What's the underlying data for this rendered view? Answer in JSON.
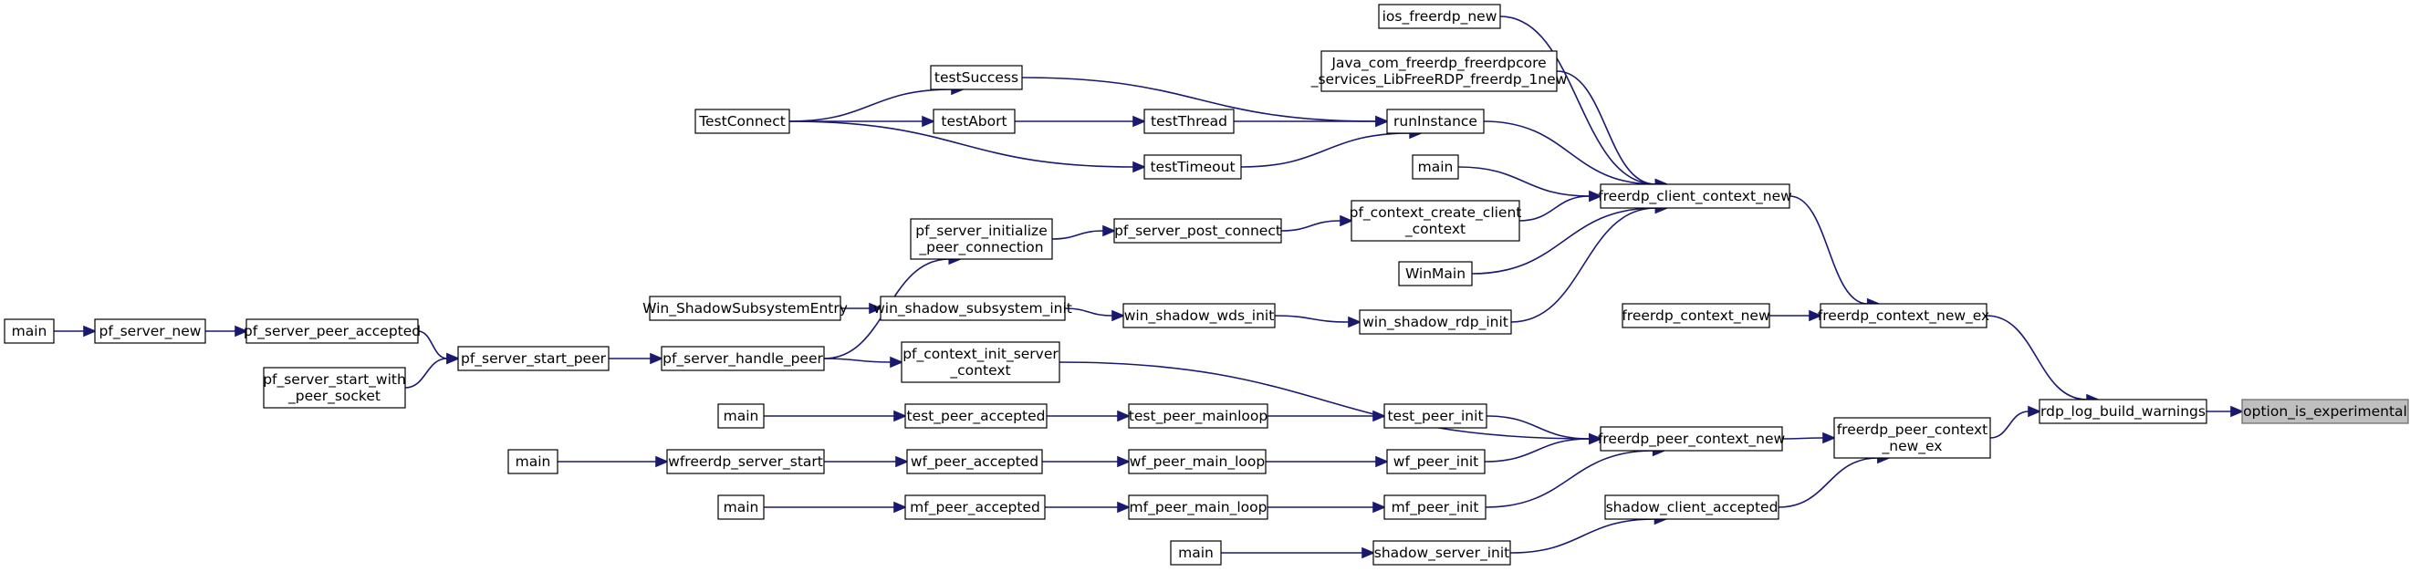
{
  "graph": {
    "colors": {
      "edge": "#191970",
      "node_border": "#000000",
      "root_fill": "#bfbfbf",
      "root_border": "#666666"
    },
    "nodes": [
      {
        "id": "n_option_is_experimental",
        "lines": [
          "option_is_experimental"
        ],
        "root": true
      },
      {
        "id": "n_rdp_log_build_warnings",
        "lines": [
          "rdp_log_build_warnings"
        ]
      },
      {
        "id": "n_freerdp_context_new_ex",
        "lines": [
          "freerdp_context_new_ex"
        ]
      },
      {
        "id": "n_freerdp_peer_context_new_ex",
        "lines": [
          "freerdp_peer_context",
          "_new_ex"
        ]
      },
      {
        "id": "n_freerdp_client_context_new",
        "lines": [
          "freerdp_client_context_new"
        ]
      },
      {
        "id": "n_freerdp_context_new",
        "lines": [
          "freerdp_context_new"
        ]
      },
      {
        "id": "n_freerdp_peer_context_new",
        "lines": [
          "freerdp_peer_context_new"
        ]
      },
      {
        "id": "n_shadow_client_accepted",
        "lines": [
          "shadow_client_accepted"
        ]
      },
      {
        "id": "n_ios_freerdp_new",
        "lines": [
          "ios_freerdp_new"
        ]
      },
      {
        "id": "n_java_freerdp_new",
        "lines": [
          "Java_com_freerdp_freerdpcore",
          "_services_LibFreeRDP_freerdp_1new"
        ]
      },
      {
        "id": "n_runinstance",
        "lines": [
          "runInstance"
        ]
      },
      {
        "id": "n_main_client",
        "lines": [
          "main"
        ]
      },
      {
        "id": "n_pf_context_create_client_context",
        "lines": [
          "pf_context_create_client",
          "_context"
        ]
      },
      {
        "id": "n_winmain",
        "lines": [
          "WinMain"
        ]
      },
      {
        "id": "n_win_shadow_rdp_init",
        "lines": [
          "win_shadow_rdp_init"
        ]
      },
      {
        "id": "n_testsuccess",
        "lines": [
          "testSuccess"
        ]
      },
      {
        "id": "n_testthread",
        "lines": [
          "testThread"
        ]
      },
      {
        "id": "n_testtimeout",
        "lines": [
          "testTimeout"
        ]
      },
      {
        "id": "n_testabort",
        "lines": [
          "testAbort"
        ]
      },
      {
        "id": "n_testconnect",
        "lines": [
          "TestConnect"
        ]
      },
      {
        "id": "n_pf_server_post_connect",
        "lines": [
          "pf_server_post_connect"
        ]
      },
      {
        "id": "n_pf_server_initialize_peer_connection",
        "lines": [
          "pf_server_initialize",
          "_peer_connection"
        ]
      },
      {
        "id": "n_pf_server_handle_peer",
        "lines": [
          "pf_server_handle_peer"
        ]
      },
      {
        "id": "n_pf_server_start_peer",
        "lines": [
          "pf_server_start_peer"
        ]
      },
      {
        "id": "n_pf_server_peer_accepted",
        "lines": [
          "pf_server_peer_accepted"
        ]
      },
      {
        "id": "n_pf_server_start_with_peer_socket",
        "lines": [
          "pf_server_start_with",
          "_peer_socket"
        ]
      },
      {
        "id": "n_pf_server_new",
        "lines": [
          "pf_server_new"
        ]
      },
      {
        "id": "n_main_pf",
        "lines": [
          "main"
        ]
      },
      {
        "id": "n_win_shadow_wds_init",
        "lines": [
          "win_shadow_wds_init"
        ]
      },
      {
        "id": "n_win_shadow_subsystem_init",
        "lines": [
          "win_shadow_subsystem_init"
        ]
      },
      {
        "id": "n_win_shadowsubsystementry",
        "lines": [
          "Win_ShadowSubsystemEntry"
        ]
      },
      {
        "id": "n_pf_context_init_server_context",
        "lines": [
          "pf_context_init_server",
          "_context"
        ]
      },
      {
        "id": "n_test_peer_init",
        "lines": [
          "test_peer_init"
        ]
      },
      {
        "id": "n_test_peer_mainloop",
        "lines": [
          "test_peer_mainloop"
        ]
      },
      {
        "id": "n_test_peer_accepted",
        "lines": [
          "test_peer_accepted"
        ]
      },
      {
        "id": "n_main_test",
        "lines": [
          "main"
        ]
      },
      {
        "id": "n_wf_peer_init",
        "lines": [
          "wf_peer_init"
        ]
      },
      {
        "id": "n_wf_peer_main_loop",
        "lines": [
          "wf_peer_main_loop"
        ]
      },
      {
        "id": "n_wf_peer_accepted",
        "lines": [
          "wf_peer_accepted"
        ]
      },
      {
        "id": "n_wfreerdp_server_start",
        "lines": [
          "wfreerdp_server_start"
        ]
      },
      {
        "id": "n_main_wf",
        "lines": [
          "main"
        ]
      },
      {
        "id": "n_mf_peer_init",
        "lines": [
          "mf_peer_init"
        ]
      },
      {
        "id": "n_mf_peer_main_loop",
        "lines": [
          "mf_peer_main_loop"
        ]
      },
      {
        "id": "n_mf_peer_accepted",
        "lines": [
          "mf_peer_accepted"
        ]
      },
      {
        "id": "n_main_mf",
        "lines": [
          "main"
        ]
      },
      {
        "id": "n_shadow_server_init",
        "lines": [
          "shadow_server_init"
        ]
      },
      {
        "id": "n_main_shadow",
        "lines": [
          "main"
        ]
      }
    ],
    "edges": [
      [
        "n_rdp_log_build_warnings",
        "n_option_is_experimental"
      ],
      [
        "n_freerdp_context_new_ex",
        "n_rdp_log_build_warnings"
      ],
      [
        "n_freerdp_peer_context_new_ex",
        "n_rdp_log_build_warnings"
      ],
      [
        "n_freerdp_client_context_new",
        "n_freerdp_context_new_ex"
      ],
      [
        "n_freerdp_context_new",
        "n_freerdp_context_new_ex"
      ],
      [
        "n_freerdp_peer_context_new",
        "n_freerdp_peer_context_new_ex"
      ],
      [
        "n_shadow_client_accepted",
        "n_freerdp_peer_context_new_ex"
      ],
      [
        "n_ios_freerdp_new",
        "n_freerdp_client_context_new"
      ],
      [
        "n_java_freerdp_new",
        "n_freerdp_client_context_new"
      ],
      [
        "n_runinstance",
        "n_freerdp_client_context_new"
      ],
      [
        "n_main_client",
        "n_freerdp_client_context_new"
      ],
      [
        "n_pf_context_create_client_context",
        "n_freerdp_client_context_new"
      ],
      [
        "n_winmain",
        "n_freerdp_client_context_new"
      ],
      [
        "n_win_shadow_rdp_init",
        "n_freerdp_client_context_new"
      ],
      [
        "n_testsuccess",
        "n_runinstance"
      ],
      [
        "n_testthread",
        "n_runinstance"
      ],
      [
        "n_testtimeout",
        "n_runinstance"
      ],
      [
        "n_testabort",
        "n_testthread"
      ],
      [
        "n_testconnect",
        "n_testsuccess"
      ],
      [
        "n_testconnect",
        "n_testabort"
      ],
      [
        "n_testconnect",
        "n_testtimeout"
      ],
      [
        "n_pf_server_post_connect",
        "n_pf_context_create_client_context"
      ],
      [
        "n_pf_server_initialize_peer_connection",
        "n_pf_server_post_connect"
      ],
      [
        "n_pf_server_handle_peer",
        "n_pf_server_initialize_peer_connection"
      ],
      [
        "n_pf_server_handle_peer",
        "n_pf_context_init_server_context"
      ],
      [
        "n_pf_server_start_peer",
        "n_pf_server_handle_peer"
      ],
      [
        "n_pf_server_peer_accepted",
        "n_pf_server_start_peer"
      ],
      [
        "n_pf_server_start_with_peer_socket",
        "n_pf_server_start_peer"
      ],
      [
        "n_pf_server_new",
        "n_pf_server_peer_accepted"
      ],
      [
        "n_main_pf",
        "n_pf_server_new"
      ],
      [
        "n_win_shadow_wds_init",
        "n_win_shadow_rdp_init"
      ],
      [
        "n_win_shadow_subsystem_init",
        "n_win_shadow_wds_init"
      ],
      [
        "n_win_shadowsubsystementry",
        "n_win_shadow_subsystem_init"
      ],
      [
        "n_pf_context_init_server_context",
        "n_freerdp_peer_context_new"
      ],
      [
        "n_test_peer_init",
        "n_freerdp_peer_context_new"
      ],
      [
        "n_wf_peer_init",
        "n_freerdp_peer_context_new"
      ],
      [
        "n_mf_peer_init",
        "n_freerdp_peer_context_new"
      ],
      [
        "n_test_peer_mainloop",
        "n_test_peer_init"
      ],
      [
        "n_test_peer_accepted",
        "n_test_peer_mainloop"
      ],
      [
        "n_main_test",
        "n_test_peer_accepted"
      ],
      [
        "n_wf_peer_main_loop",
        "n_wf_peer_init"
      ],
      [
        "n_wf_peer_accepted",
        "n_wf_peer_main_loop"
      ],
      [
        "n_wfreerdp_server_start",
        "n_wf_peer_accepted"
      ],
      [
        "n_main_wf",
        "n_wfreerdp_server_start"
      ],
      [
        "n_mf_peer_main_loop",
        "n_mf_peer_init"
      ],
      [
        "n_mf_peer_accepted",
        "n_mf_peer_main_loop"
      ],
      [
        "n_main_mf",
        "n_mf_peer_accepted"
      ],
      [
        "n_shadow_server_init",
        "n_shadow_client_accepted"
      ],
      [
        "n_main_shadow",
        "n_shadow_server_init"
      ]
    ]
  }
}
